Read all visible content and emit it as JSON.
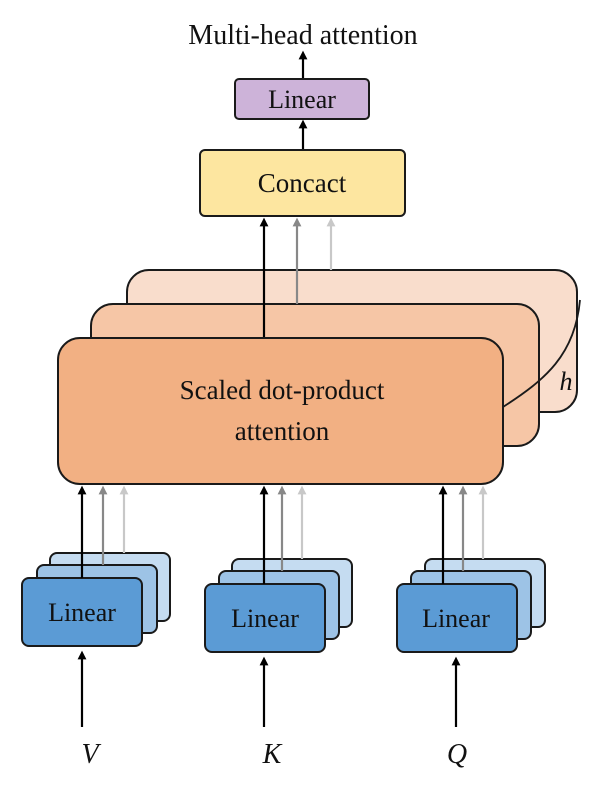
{
  "title": "Multi-head attention",
  "top_linear": {
    "label": "Linear",
    "fill": "#cdb3d9"
  },
  "concat": {
    "label": "Concact",
    "fill": "#fde6a0"
  },
  "attention": {
    "line1": "Scaled dot-product",
    "line2": "attention",
    "layer_fills": [
      "#f2b083",
      "#f6c6a6",
      "#f9ddcc"
    ],
    "head_count_label": "h"
  },
  "linear_blocks": [
    {
      "label": "Linear",
      "input": "V"
    },
    {
      "label": "Linear",
      "input": "K"
    },
    {
      "label": "Linear",
      "input": "Q"
    }
  ],
  "linear_colors": {
    "front": "#5b9bd5",
    "middle": "#9dc3e6",
    "back": "#c5dcf1"
  },
  "arrow_shades": [
    "#000000",
    "#888888",
    "#c8c8c8"
  ]
}
